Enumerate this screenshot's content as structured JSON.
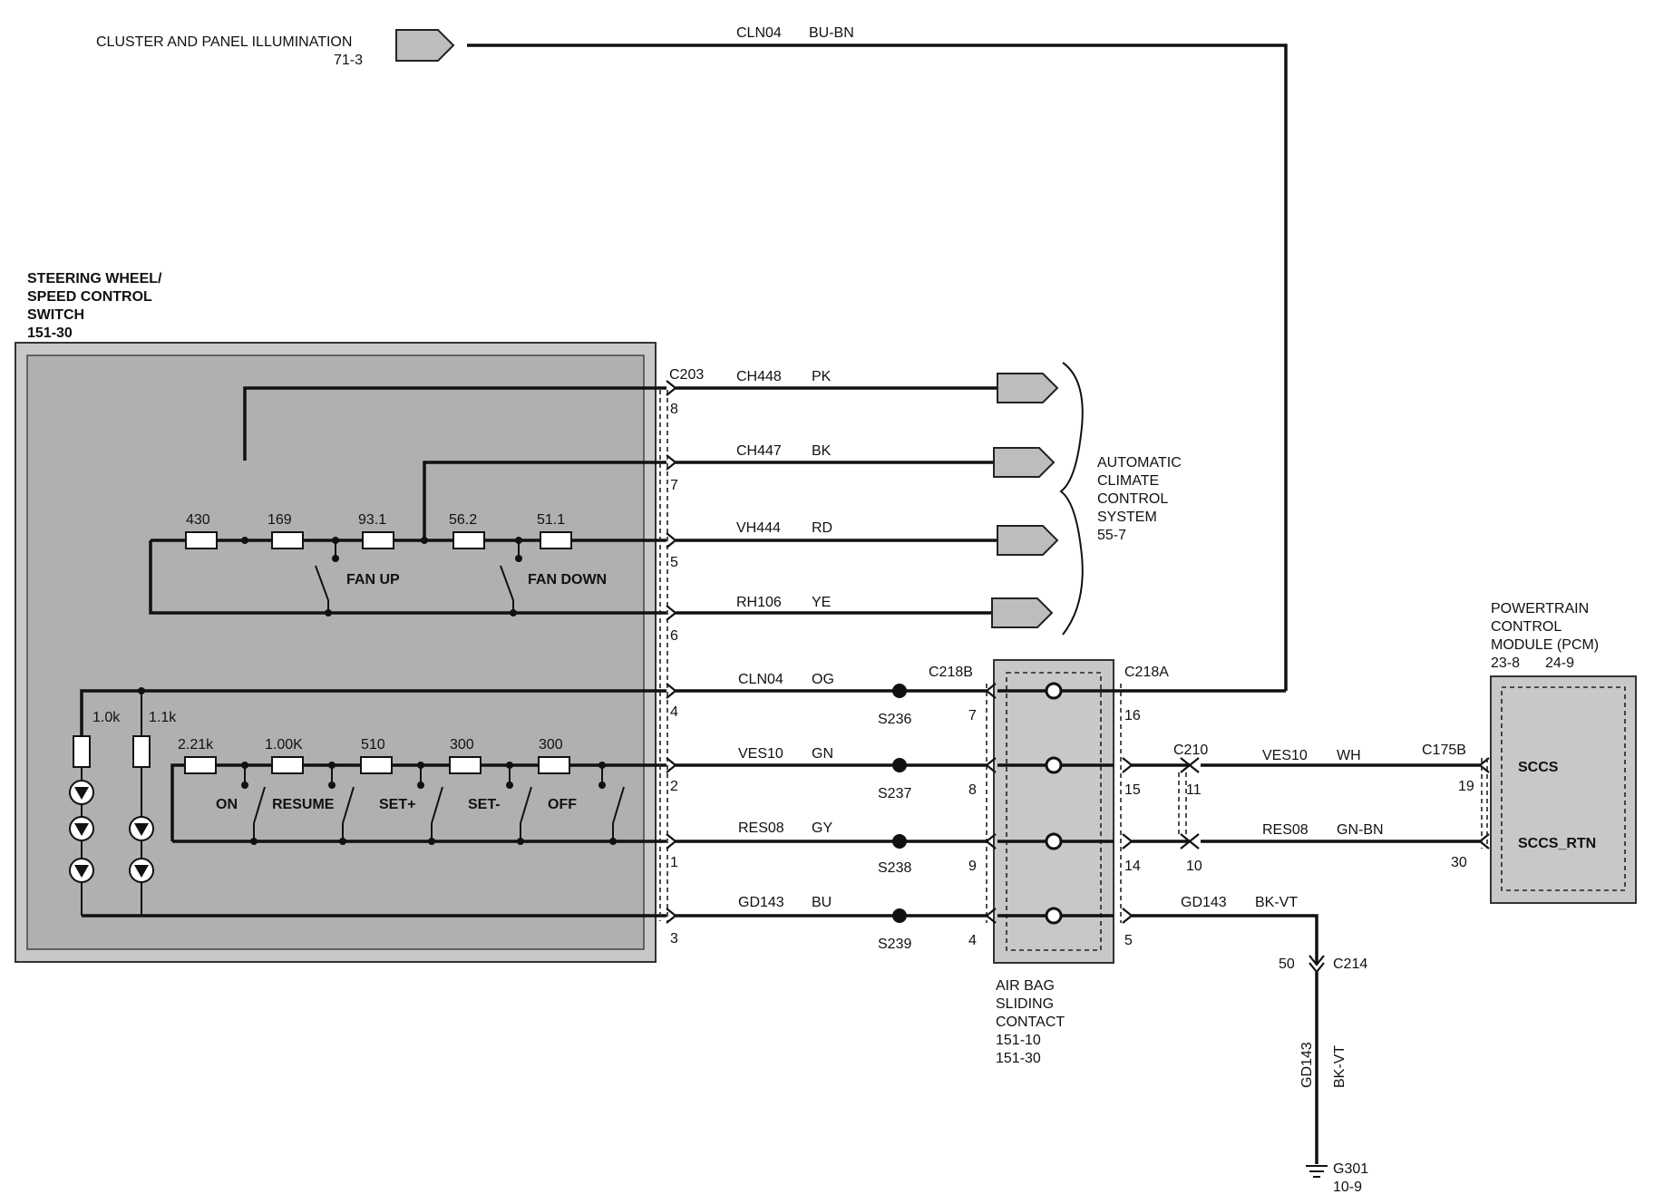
{
  "illumination": {
    "title": "CLUSTER AND PANEL ILLUMINATION",
    "ref": "71-3",
    "circuit": "CLN04",
    "color": "BU-BN"
  },
  "switch_module": {
    "title_line1": "STEERING WHEEL/",
    "title_line2": "SPEED CONTROL",
    "title_line3": "SWITCH",
    "ref": "151-30"
  },
  "connector_c203": "C203",
  "climate_wires": [
    {
      "circuit": "CH448",
      "color": "PK",
      "pin": "8"
    },
    {
      "circuit": "CH447",
      "color": "BK",
      "pin": "7"
    },
    {
      "circuit": "VH444",
      "color": "RD",
      "pin": "5"
    },
    {
      "circuit": "RH106",
      "color": "YE",
      "pin": "6"
    }
  ],
  "climate_system": {
    "line1": "AUTOMATIC",
    "line2": "CLIMATE",
    "line3": "CONTROL",
    "line4": "SYSTEM",
    "ref": "55-7"
  },
  "fan_resistors": [
    "430",
    "169",
    "93.1",
    "56.2",
    "51.1"
  ],
  "fan_switches": [
    "FAN UP",
    "FAN DOWN"
  ],
  "speed_resistors": [
    "2.21k",
    "1.00K",
    "510",
    "300",
    "300"
  ],
  "speed_switches": [
    "ON",
    "RESUME",
    "SET+",
    "SET-",
    "OFF"
  ],
  "lamp_resistors": [
    "1.0k",
    "1.1k"
  ],
  "lower_wires": [
    {
      "circuit": "CLN04",
      "color": "OG",
      "pin": "4",
      "splice": "S236",
      "c218b_pin": "7",
      "c218a_pin": "16"
    },
    {
      "circuit": "VES10",
      "color": "GN",
      "pin": "2",
      "splice": "S237",
      "c218b_pin": "8",
      "c218a_pin": "15"
    },
    {
      "circuit": "RES08",
      "color": "GY",
      "pin": "1",
      "splice": "S238",
      "c218b_pin": "9",
      "c218a_pin": "14"
    },
    {
      "circuit": "GD143",
      "color": "BU",
      "pin": "3",
      "splice": "S239",
      "c218b_pin": "4",
      "c218a_pin": "5"
    }
  ],
  "connector_c218b": "C218B",
  "connector_c218a": "C218A",
  "airbag": {
    "line1": "AIR BAG",
    "line2": "SLIDING",
    "line3": "CONTACT",
    "ref1": "151-10",
    "ref2": "151-30"
  },
  "c210": {
    "name": "C210",
    "pin_ves": "11",
    "pin_res": "10"
  },
  "pcm_wires": [
    {
      "circuit": "VES10",
      "color": "WH",
      "pin": "19",
      "connector": "C175B"
    },
    {
      "circuit": "RES08",
      "color": "GN-BN",
      "pin": "30"
    }
  ],
  "pcm": {
    "line1": "POWERTRAIN",
    "line2": "CONTROL",
    "line3": "MODULE (PCM)",
    "ref1": "23-8",
    "ref2": "24-9",
    "pin_sccs": "SCCS",
    "pin_rtn": "SCCS_RTN"
  },
  "ground": {
    "circuit": "GD143",
    "color": "BK-VT",
    "c214": "C214",
    "c214_pin": "50",
    "g301": "G301",
    "g301_ref": "10-9"
  }
}
